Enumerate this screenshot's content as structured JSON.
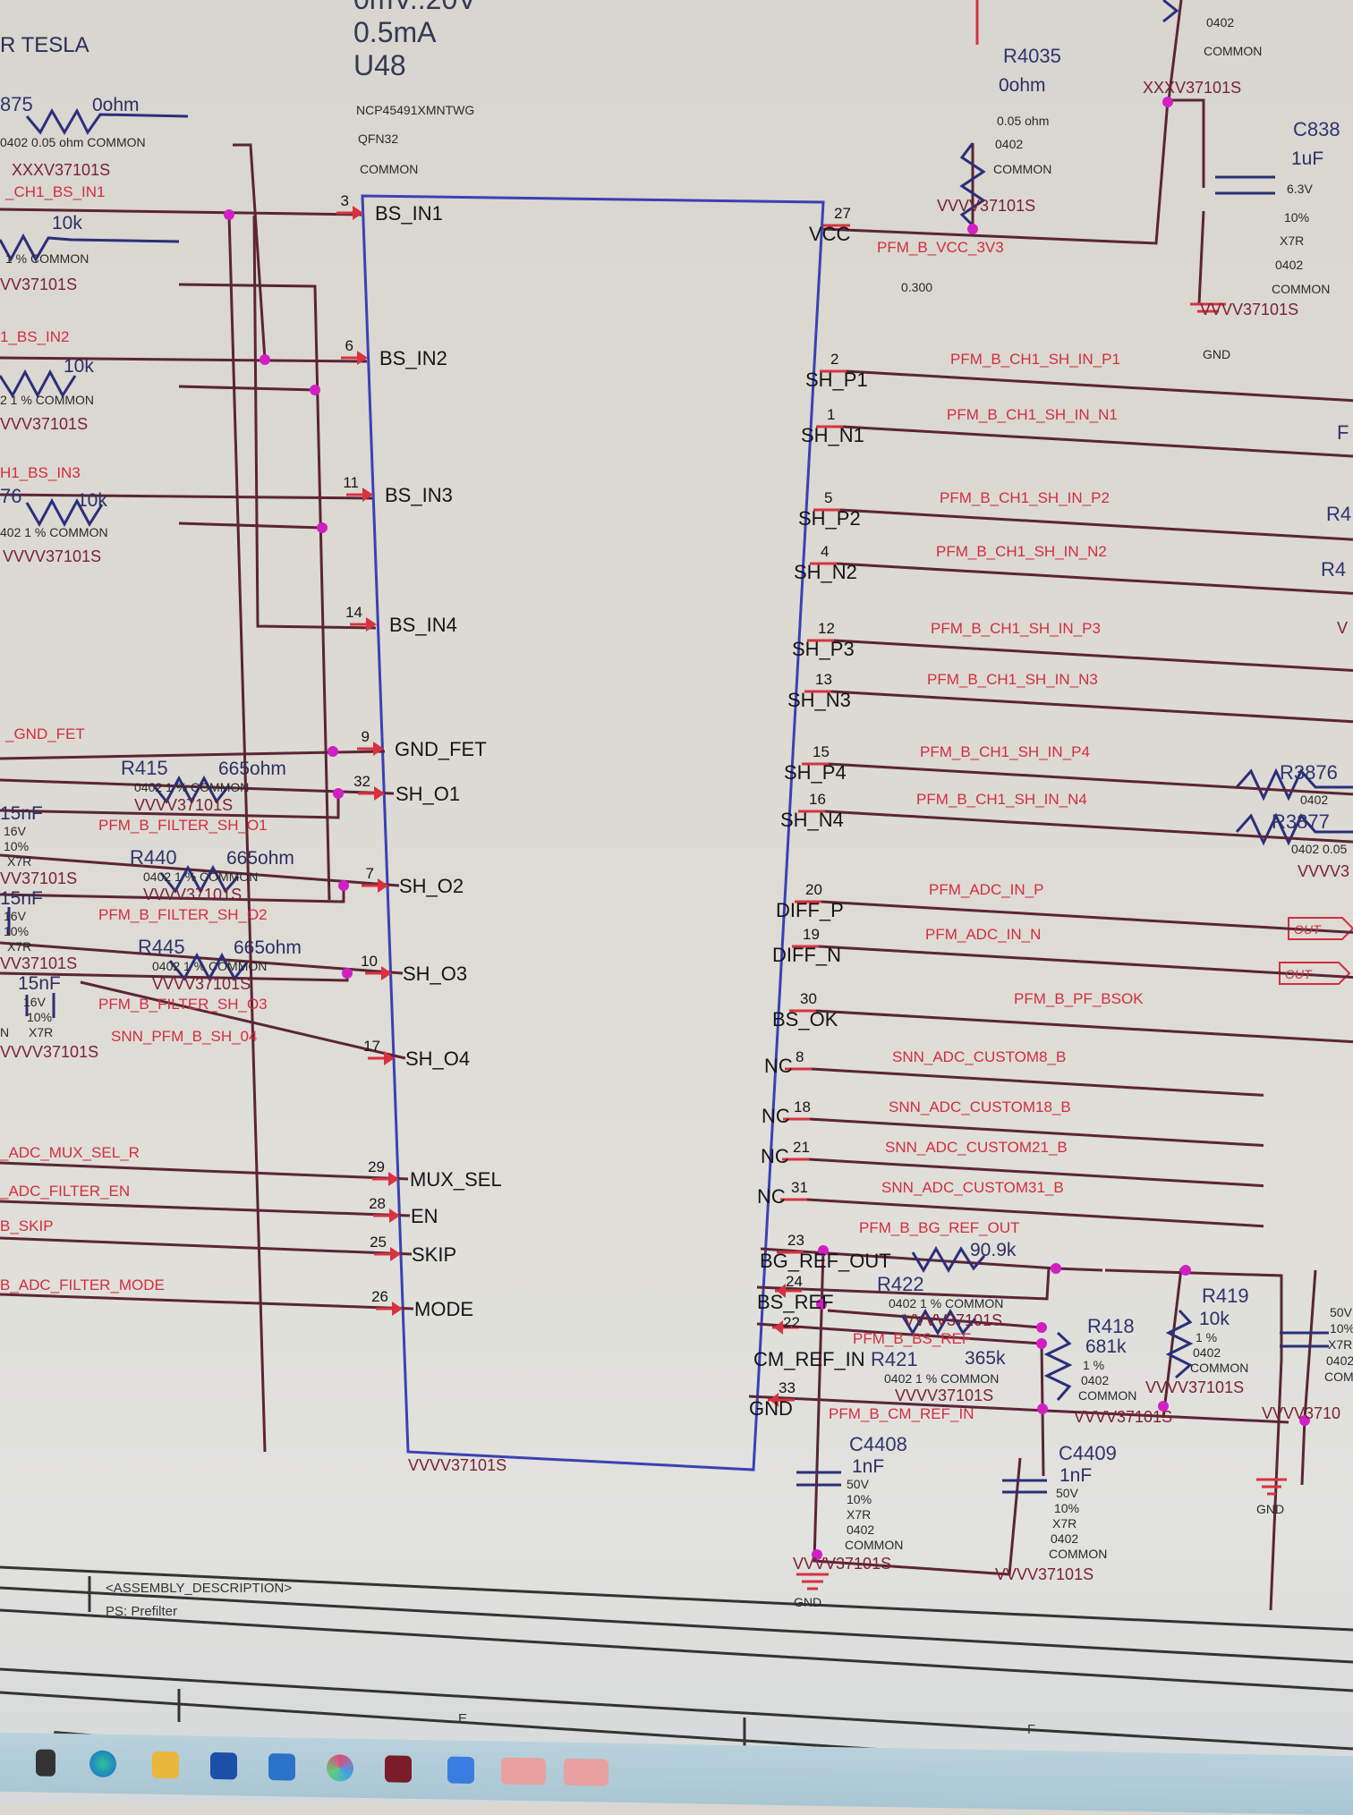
{
  "header": {
    "title_fragment": "R TESLA",
    "voltage": "0mV..20V",
    "current": "0.5mA"
  },
  "chip": {
    "refdes": "U48",
    "part": "NCP45491XMNTWG",
    "package": "QFN32",
    "variant": "COMMON",
    "footer": "VVVV37101S"
  },
  "left_pins": [
    {
      "name": "BS_IN1",
      "num": "3"
    },
    {
      "name": "BS_IN2",
      "num": "6"
    },
    {
      "name": "BS_IN3",
      "num": "11"
    },
    {
      "name": "BS_IN4",
      "num": "14"
    },
    {
      "name": "GND_FET",
      "num": "9"
    },
    {
      "name": "SH_O1",
      "num": "32"
    },
    {
      "name": "SH_O2",
      "num": "7"
    },
    {
      "name": "SH_O3",
      "num": "10"
    },
    {
      "name": "SH_O4",
      "num": "17"
    },
    {
      "name": "MUX_SEL",
      "num": "29"
    },
    {
      "name": "EN",
      "num": "28"
    },
    {
      "name": "SKIP",
      "num": "25"
    },
    {
      "name": "MODE",
      "num": "26"
    }
  ],
  "right_pins": [
    {
      "name": "VCC",
      "num": "27",
      "net": "PFM_B_VCC_3V3"
    },
    {
      "name": "SH_P1",
      "num": "2",
      "net": "PFM_B_CH1_SH_IN_P1"
    },
    {
      "name": "SH_N1",
      "num": "1",
      "net": "PFM_B_CH1_SH_IN_N1"
    },
    {
      "name": "SH_P2",
      "num": "5",
      "net": "PFM_B_CH1_SH_IN_P2"
    },
    {
      "name": "SH_N2",
      "num": "4",
      "net": "PFM_B_CH1_SH_IN_N2"
    },
    {
      "name": "SH_P3",
      "num": "12",
      "net": "PFM_B_CH1_SH_IN_P3"
    },
    {
      "name": "SH_N3",
      "num": "13",
      "net": "PFM_B_CH1_SH_IN_N3"
    },
    {
      "name": "SH_P4",
      "num": "15",
      "net": "PFM_B_CH1_SH_IN_P4"
    },
    {
      "name": "SH_N4",
      "num": "16",
      "net": "PFM_B_CH1_SH_IN_N4"
    },
    {
      "name": "DIFF_P",
      "num": "20",
      "net": "PFM_ADC_IN_P"
    },
    {
      "name": "DIFF_N",
      "num": "19",
      "net": "PFM_ADC_IN_N"
    },
    {
      "name": "BS_OK",
      "num": "30",
      "net": "PFM_B_PF_BSOK"
    },
    {
      "name": "NC",
      "num": "8",
      "net": "SNN_ADC_CUSTOM8_B"
    },
    {
      "name": "NC",
      "num": "18",
      "net": "SNN_ADC_CUSTOM18_B"
    },
    {
      "name": "NC",
      "num": "21",
      "net": "SNN_ADC_CUSTOM21_B"
    },
    {
      "name": "NC",
      "num": "31",
      "net": "SNN_ADC_CUSTOM31_B"
    },
    {
      "name": "BG_REF_OUT",
      "num": "23",
      "net": "PFM_B_BG_REF_OUT"
    },
    {
      "name": "BS_REF",
      "num": "24",
      "net": "PFM_B_BS_REF"
    },
    {
      "name": "CM_REF_IN",
      "num": "22",
      "net": "PFM_B_CM_REF_IN"
    },
    {
      "name": "GND",
      "num": "33",
      "net": ""
    }
  ],
  "left_nets": {
    "bs_in1": "_CH1_BS_IN1",
    "bs_in2": "1_BS_IN2",
    "bs_in3": "H1_BS_IN3",
    "gnd_fet": "_GND_FET",
    "filter1": "PFM_B_FILTER_SH_O1",
    "filter2": "PFM_B_FILTER_SH_O2",
    "filter3": "PFM_B_FILTER_SH_O3",
    "sh_o4": "SNN_PFM_B_SH_04",
    "mux_sel": "_ADC_MUX_SEL_R",
    "filter_en": "_ADC_FILTER_EN",
    "skip": "B_SKIP",
    "filter_mode": "B_ADC_FILTER_MODE"
  },
  "left_components": {
    "r875": {
      "ref": "875",
      "value": "0ohm",
      "spec": "0402 0.05 ohm COMMON",
      "part": "XXXV37101S"
    },
    "r_in1": {
      "value": "10k",
      "spec": "1 %   COMMON",
      "part": "VV37101S"
    },
    "r_in2": {
      "value": "10k",
      "spec": "2  1 %   COMMON",
      "part": "VVV37101S"
    },
    "r_in3": {
      "ref": "76",
      "value": "10k",
      "spec": "402  1 %   COMMON",
      "part": "VVVV37101S"
    },
    "r415": {
      "ref": "R415",
      "value": "665ohm",
      "spec": "0402   1 %   COMMON",
      "part": "VVVV37101S"
    },
    "r440": {
      "ref": "R440",
      "value": "665ohm",
      "spec": "0402   1 %   COMMON",
      "part": "VVVV37101S"
    },
    "r445": {
      "ref": "R445",
      "value": "665ohm",
      "spec": "0402   1 %   COMMON",
      "part": "VVVV37101S"
    },
    "c1": {
      "value": "15nF",
      "voltage": "16V",
      "tol": "10%",
      "diel": "X7R",
      "part": "VV37101S"
    },
    "c2": {
      "value": "15nF",
      "voltage": "16V",
      "tol": "10%",
      "diel": "X7R",
      "part": "VV37101S"
    },
    "c3": {
      "value": "15nF",
      "voltage": "16V",
      "tol": "10%",
      "diel": "X7R",
      "part": "VVVV37101S",
      "suffix": "N"
    }
  },
  "right_components": {
    "r4035": {
      "ref": "R4035",
      "value": "0ohm",
      "spec1": "0.05 ohm",
      "spec2": "0402",
      "spec3": "COMMON",
      "part": "VVVV37101S"
    },
    "r_top": {
      "spec1": "0402",
      "spec2": "COMMON",
      "part": "XXXV37101S"
    },
    "c838": {
      "ref": "C838",
      "value": "1uF",
      "voltage": "6.3V",
      "tol": "10%",
      "diel": "X7R",
      "size": "0402",
      "variant": "COMMON",
      "part": "VVVV37101S"
    },
    "vcc_note": "0.300",
    "r3876": {
      "ref": "R3876",
      "size": "0402"
    },
    "r3877": {
      "ref": "R3877",
      "size": "0402 0.05",
      "part": "VVVV3"
    },
    "cut_labels": [
      "F",
      "R4",
      "R4",
      "V"
    ],
    "out_port": "OUT",
    "r422": {
      "ref": "R422",
      "value": "90.9k",
      "spec": "0402   1 %   COMMON",
      "part": "VVVV37101S"
    },
    "r421": {
      "ref": "R421",
      "value": "365k",
      "spec": "0402   1 %   COMMON",
      "part": "VVVV37101S"
    },
    "r418": {
      "ref": "R418",
      "value": "681k",
      "tol": "1 %",
      "size": "0402",
      "variant": "COMMON",
      "part": "VVVV37101S"
    },
    "r419": {
      "ref": "R419",
      "value": "10k",
      "tol": "1 %",
      "size": "0402",
      "variant": "COMMON",
      "part": "VVVV37101S"
    },
    "c4408": {
      "ref": "C4408",
      "value": "1nF",
      "voltage": "50V",
      "tol": "10%",
      "diel": "X7R",
      "size": "0402",
      "variant": "COMMON",
      "part": "VVVV37101S"
    },
    "c4409": {
      "ref": "C4409",
      "value": "1nF",
      "voltage": "50V",
      "tol": "10%",
      "diel": "X7R",
      "size": "0402",
      "variant": "COMMON",
      "part": "VVVV37101S"
    },
    "c_edge": {
      "voltage": "50V",
      "tol": "10%",
      "diel": "X7R",
      "size": "0402",
      "variant": "COM",
      "part": "VVVV3710"
    },
    "gnd": "GND"
  },
  "title_block": {
    "assembly": "<ASSEMBLY_DESCRIPTION>",
    "note": "PS: Prefilter",
    "zone_e": "E",
    "zone_f": "F"
  },
  "colors": {
    "wire": "#5b2535",
    "chip_outline": "#3b40b5",
    "net_label": "#d32d3e",
    "junction": "#d21fc4"
  }
}
